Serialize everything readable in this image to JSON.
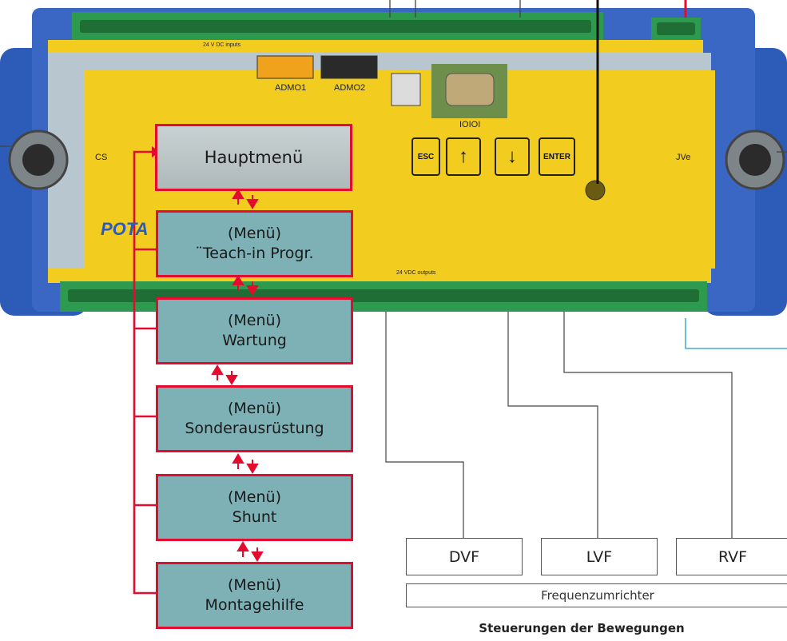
{
  "device": {
    "brand": "POTA",
    "port_labels": {
      "admo1": "ADMO1",
      "admo2": "ADMO2",
      "serial": "IOIOI",
      "cs": "CS",
      "jve": "JVe"
    },
    "terminal_labels": {
      "top_inputs": "24 V DC inputs",
      "bottom_outputs": "24 VDC outputs"
    },
    "keys": {
      "esc": "ESC",
      "up": "↑",
      "down": "↓",
      "enter": "ENTER"
    },
    "colors": {
      "housing": "#2c5bb8",
      "panel": "#f2cc1e",
      "terminals": "#2e9a4f",
      "accent": "#e30b2e"
    }
  },
  "menu": {
    "main": "Hauptmenü",
    "items": [
      {
        "line1": "(Menü)",
        "line2": "¨Teach-in Progr."
      },
      {
        "line1": "(Menü)",
        "line2": "Wartung"
      },
      {
        "line1": "(Menü)",
        "line2": "Sonderausrüstung"
      },
      {
        "line1": "(Menü)",
        "line2": "Shunt"
      },
      {
        "line1": "(Menü)",
        "line2": "Montagehilfe"
      }
    ]
  },
  "drives": {
    "units": [
      "DVF",
      "LVF",
      "RVF"
    ],
    "group_label": "Frequenzumrichter",
    "caption": "Steuerungen der Bewegungen"
  }
}
